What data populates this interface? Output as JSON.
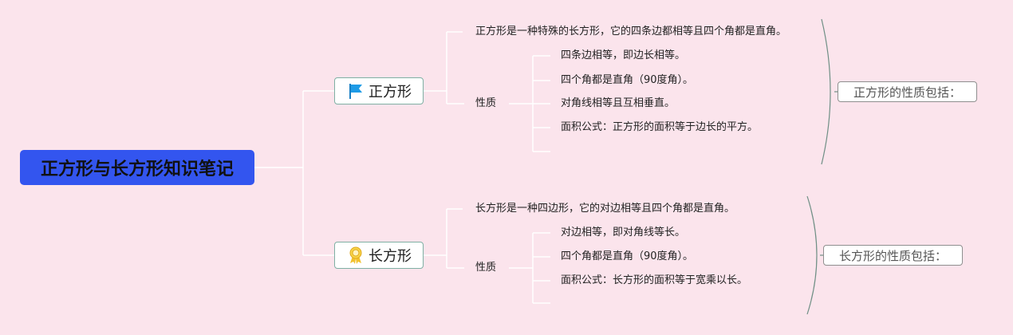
{
  "root": {
    "label": "正方形与长方形知识笔记"
  },
  "square": {
    "label": "正方形",
    "icon": "flag-icon",
    "definition": "正方形是一种特殊的长方形，它的四条边都相等且四个角都是直角。",
    "properties_label": "性质",
    "properties": [
      "四条边相等，即边长相等。",
      "四个角都是直角（90度角）。",
      "对角线相等且互相垂直。",
      "面积公式：正方形的面积等于边长的平方。"
    ],
    "summary": "正方形的性质包括："
  },
  "rectangle": {
    "label": "长方形",
    "icon": "award-ribbon-icon",
    "definition": "长方形是一种四边形，它的对边相等且四个角都是直角。",
    "properties_label": "性质",
    "properties": [
      "对边相等，即对角线等长。",
      "四个角都是直角（90度角）。",
      "面积公式：长方形的面积等于宽乘以长。"
    ],
    "summary": "长方形的性质包括："
  },
  "colors": {
    "background": "#fbe4ec",
    "root_fill": "#3355ef",
    "connector": "#ffffff",
    "branch_border": "#7fb0a4",
    "flag": "#1e9be6",
    "ribbon": "#f2c12e"
  }
}
